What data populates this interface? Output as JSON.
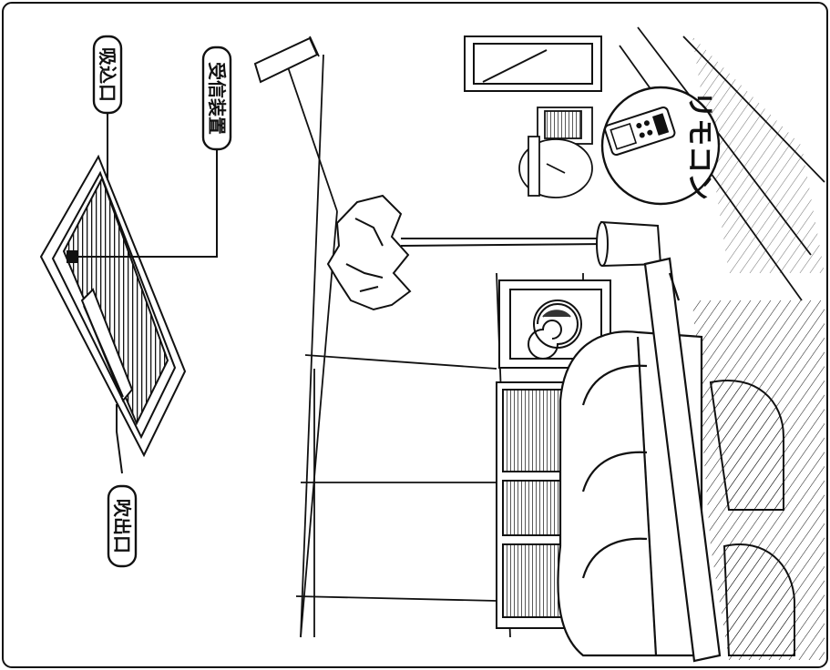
{
  "labels": {
    "intake": "吸込口",
    "receiver": "受信装置",
    "outlet": "吹出口",
    "remote": "リモコン"
  }
}
